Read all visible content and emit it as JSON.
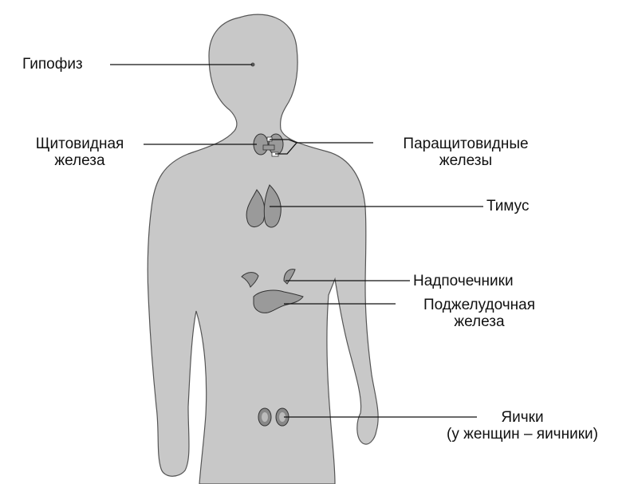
{
  "labels": {
    "pituitary": "Гипофиз",
    "thyroid_line1": "Щитовидная",
    "thyroid_line2": "железа",
    "parathyroid_line1": "Паращитовидные",
    "parathyroid_line2": "железы",
    "thymus": "Тимус",
    "adrenals": "Надпочечники",
    "pancreas_line1": "Поджелудочная",
    "pancreas_line2": "железа",
    "gonads_line1": "Яички",
    "gonads_line2": "(у женщин – яичники)"
  },
  "colors": {
    "body_fill": "#c8c8c8",
    "organ_fill": "#9a9a9a",
    "line": "#111111"
  }
}
